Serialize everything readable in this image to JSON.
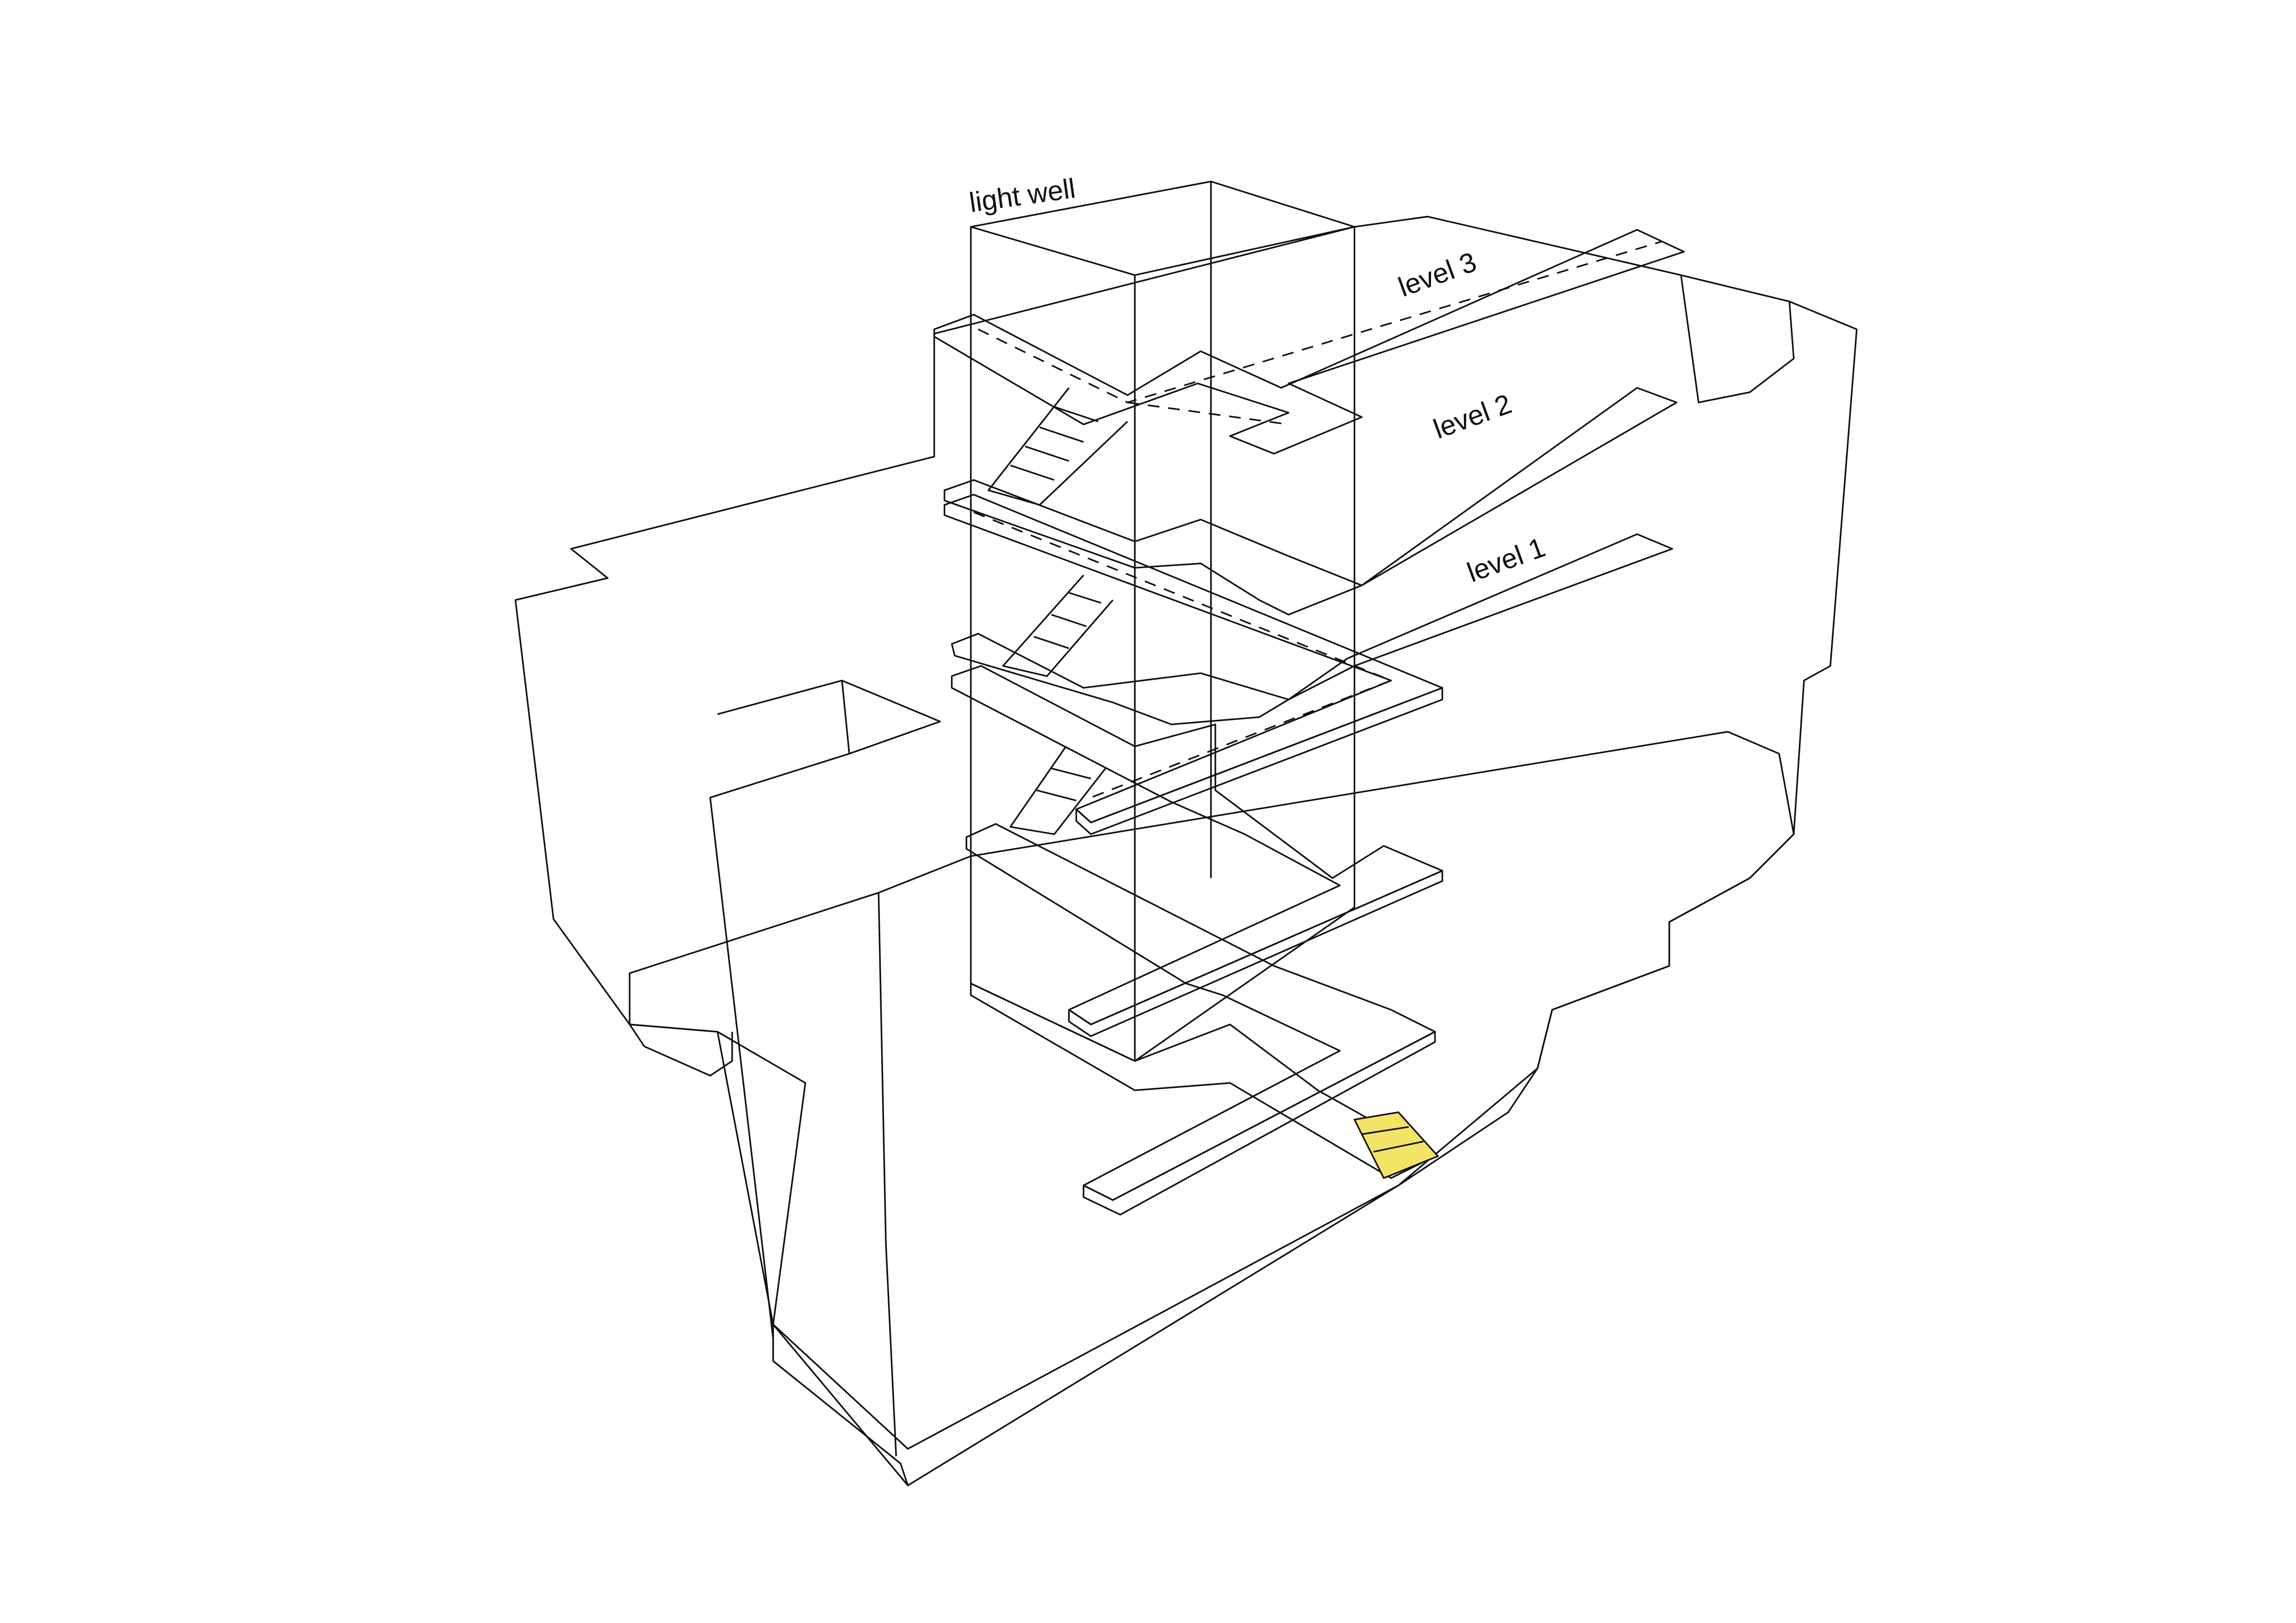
{
  "labels": {
    "light_well": "light well",
    "level_3": "level 3",
    "level_2": "level 2",
    "level_1": "level 1"
  },
  "colors": {
    "light_well": "#ece48a",
    "light_well_floor": "#f2e466",
    "level_3": "#f3d5d0",
    "level_2": "#ebaba2",
    "level_1": "#f06a5e",
    "ground_floor": "#f7f6f3",
    "outline": "#111111"
  }
}
